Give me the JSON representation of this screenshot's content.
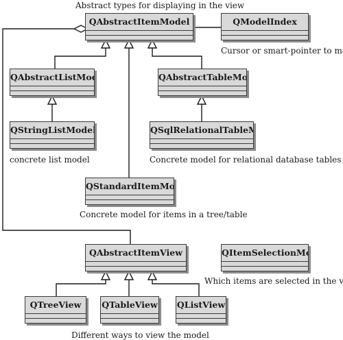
{
  "classes": {
    "abstract_item_model": "QAbstractItemModel",
    "model_index": "QModelIndex",
    "abstract_list_model": "QAbstractListModel",
    "abstract_table_model": "QAbstractTableModel",
    "string_list_model": "QStringListModel",
    "sql_relational_table_model": "QSqlRelationalTableModel",
    "standard_item_model": "QStandardItemModel",
    "abstract_item_view": "QAbstractItemView",
    "item_selection_model": "QItemSelectionModel",
    "tree_view": "QTreeView",
    "table_view": "QTableView",
    "list_view": "QListView"
  },
  "notes": {
    "abstract_types": "Abstract types for displaying in the view",
    "cursor": "Cursor or smart-pointer to model",
    "concrete_list": "concrete list model",
    "concrete_relational": "Concrete model for relational database tables",
    "concrete_tree_table": "Concrete model for items in a tree/table",
    "selected_items": "Which items are selected in the view",
    "different_ways": "Different ways to view the model"
  },
  "colors": {
    "class_fill": "#d9d9d9",
    "class_border": "#3a3a3a",
    "class_shadow": "#8c8c8c",
    "line": "#1a1a1a"
  }
}
